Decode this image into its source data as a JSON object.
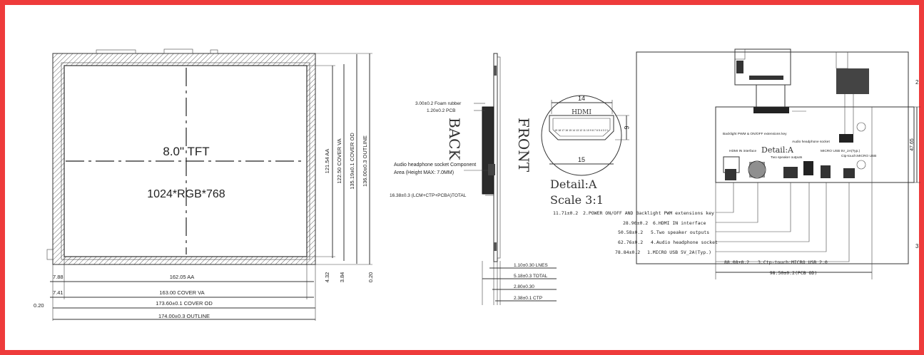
{
  "panel": {
    "title": "8.0\" TFT",
    "resolution": "1024*RGB*768",
    "dims_bottom": [
      "7.88",
      "162.05 AA",
      "7.41",
      "163.00 COVER VA",
      "0.20",
      "173.60±0.1 COVER OD",
      "174.00±0.3 OUTLINE"
    ],
    "dims_right": [
      "121.54 AA",
      "122.50 COVER VA",
      "135.19±0.1 COVER OD",
      "136.00±0.3 OUTLINE",
      "4.32",
      "3.84",
      "0.20"
    ]
  },
  "side": {
    "labels": [
      "3.00±0.2 Foam rubber",
      "1.20±0.2 PCB",
      "Audio headphone socket Component",
      "Area (Height MAX: 7.0MM)",
      "16.38±0.3 (LCM+CTP+PCBA)TOTAL"
    ],
    "back": "BACK",
    "front": "FRONT",
    "bottom_dims": [
      "1.10±0.30 LNES",
      "5.18±0.3 TOTAL",
      "2.80±0.30",
      "2.38±0.1 CTP"
    ]
  },
  "detail": {
    "top_dim": "14",
    "connector": "HDMI",
    "pins": "19 18 17 16 15 14 13 12 11 10 9 8 7 6 5 4 3 2 1",
    "side_dim": "6",
    "bottom_dim": "15",
    "title": "Detail:A",
    "scale": "Scale 3:1"
  },
  "pcb": {
    "labels": [
      "Backlight PWM & ON/OFF extensions key",
      "HDMI IN interface",
      "Detail:A",
      "Audio headphone socket",
      "Two speaker outputs",
      "MICRO USB 5V_2A(Typ.)",
      "Ctp-touch:MICRO USB"
    ],
    "callouts": [
      {
        "value": "11.71±0.2",
        "text": "2.POWER ON/OFF AND Backlight PWM extensions key"
      },
      {
        "value": "28.96±0.2",
        "text": "6.HDMI IN interface"
      },
      {
        "value": "50.58±0.2",
        "text": "5.Two speaker outputs"
      },
      {
        "value": "62.76±0.2",
        "text": "4.Audio headphone socket"
      },
      {
        "value": "78.84±0.2",
        "text": "1.MICRO USB 5V_2A(Typ.)"
      },
      {
        "value": "88.08±0.2",
        "text": "3.Ctp-touch:MICRO USB 2.0"
      }
    ],
    "pcb_od": "98.50±0.2(PCB OD)",
    "right_dim": "47.65",
    "edge_marks": [
      "2",
      "3"
    ]
  }
}
